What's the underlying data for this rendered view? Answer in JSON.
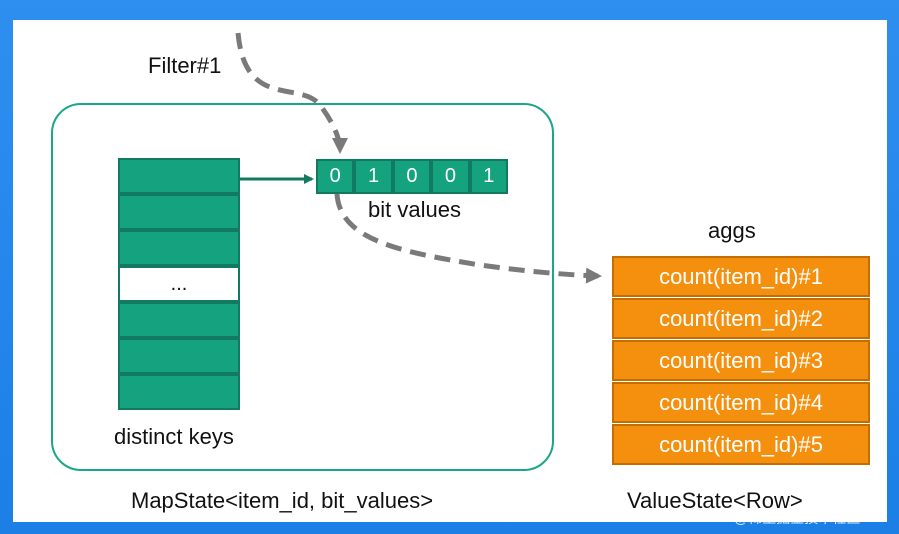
{
  "filter_label": "Filter#1",
  "bit_values_label": "bit values",
  "bits": [
    "0",
    "1",
    "0",
    "0",
    "1"
  ],
  "distinct_keys_label": "distinct keys",
  "keys_ellipsis": "...",
  "aggs_label": "aggs",
  "aggs": [
    "count(item_id)#1",
    "count(item_id)#2",
    "count(item_id)#3",
    "count(item_id)#4",
    "count(item_id)#5"
  ],
  "mapstate_label": "MapState<item_id, bit_values>",
  "valuestate_label": "ValueState<Row>",
  "watermark": "@稀土掘金技术社区",
  "colors": {
    "teal": "#14a27f",
    "teal_border": "#127a60",
    "orange": "#f5900e",
    "box_outline": "#1aa68a",
    "arrow_gray": "#7a7a7a",
    "frame_blue": "#1e88e5"
  }
}
